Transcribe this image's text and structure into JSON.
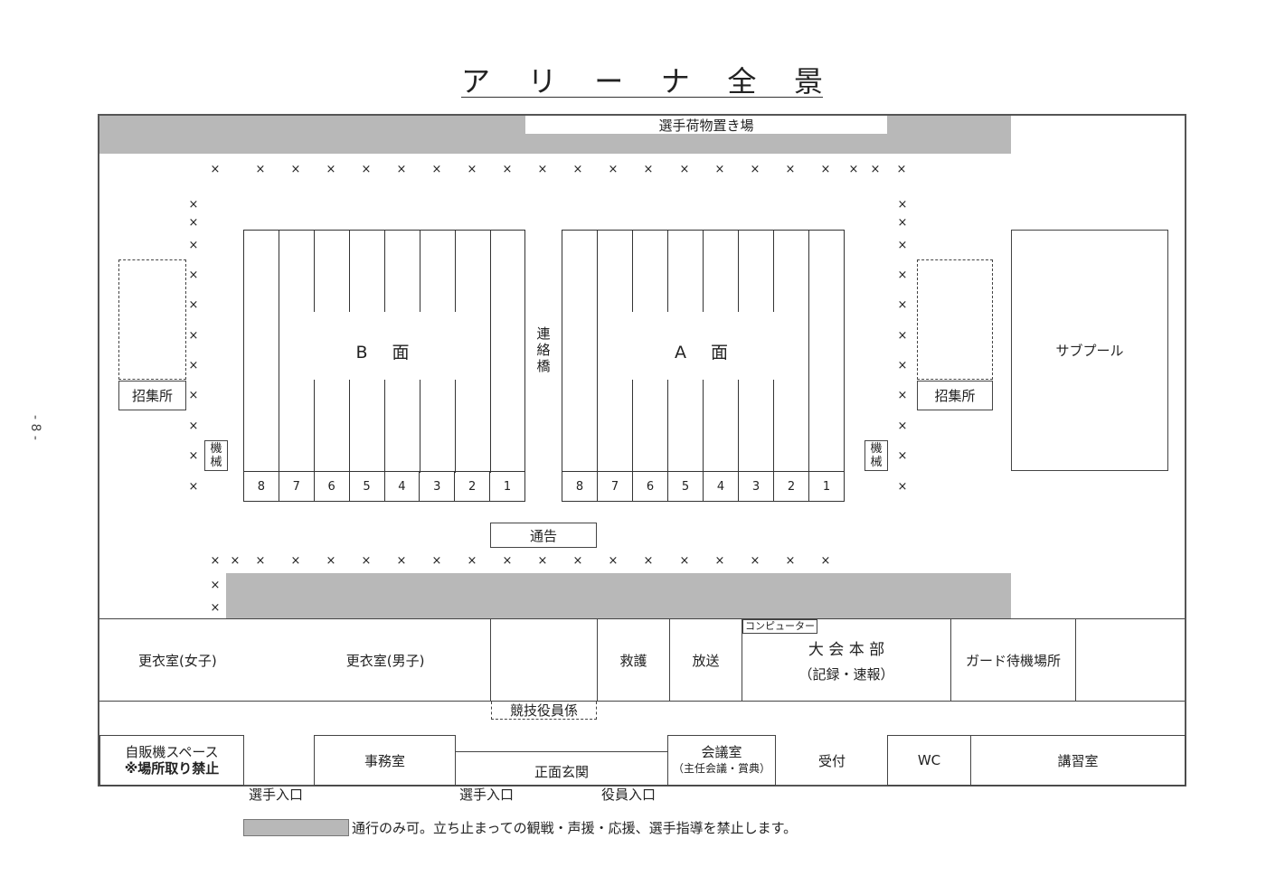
{
  "title": "アリーナ全景",
  "title_chars": [
    "ア",
    "リ",
    "ー",
    "ナ",
    "全",
    "景"
  ],
  "page_number": "- 8 -",
  "top_area": {
    "luggage_label": "選手荷物置き場"
  },
  "courts": {
    "b": {
      "name": "B　面",
      "lanes": [
        "8",
        "7",
        "6",
        "5",
        "4",
        "3",
        "2",
        "1"
      ]
    },
    "a": {
      "name": "A　面",
      "lanes": [
        "8",
        "7",
        "6",
        "5",
        "4",
        "3",
        "2",
        "1"
      ]
    },
    "bridge_label": "連絡橋",
    "bridge_chars": [
      "連",
      "絡",
      "橋"
    ]
  },
  "side_areas": {
    "left_assembly": "招集所",
    "right_assembly": "招集所",
    "left_machine": [
      "機",
      "械"
    ],
    "right_machine": [
      "機",
      "械"
    ],
    "sub_pool": "サブプール",
    "announcement": "通告"
  },
  "rooms_row1": {
    "changing_women": "更衣室(女子)",
    "changing_men": "更衣室(男子)",
    "first_aid": "救護",
    "broadcast": "放送",
    "computer": "コンピューター",
    "hq_title": "大 会 本 部",
    "hq_sub": "（記録・速報）",
    "guard_waiting": "ガード待機場所",
    "officials_desk": "競技役員係"
  },
  "rooms_row2": {
    "vending_line1": "自販機スペース",
    "vending_line2": "※場所取り禁止",
    "office": "事務室",
    "main_entrance": "正面玄関",
    "meeting_line1": "会議室",
    "meeting_line2": "（主任会議・賞典）",
    "reception": "受付",
    "wc": "WC",
    "lecture": "講習室"
  },
  "entrances": {
    "athlete_entrance_1": "選手入口",
    "athlete_entrance_2": "選手入口",
    "officials_entrance": "役員入口"
  },
  "legend": {
    "swatch_color": "#b8b8b8",
    "text": "通行のみ可。立ち止まっての観戦・声援・応援、選手指導を禁止します。"
  },
  "marker_symbol": "×"
}
